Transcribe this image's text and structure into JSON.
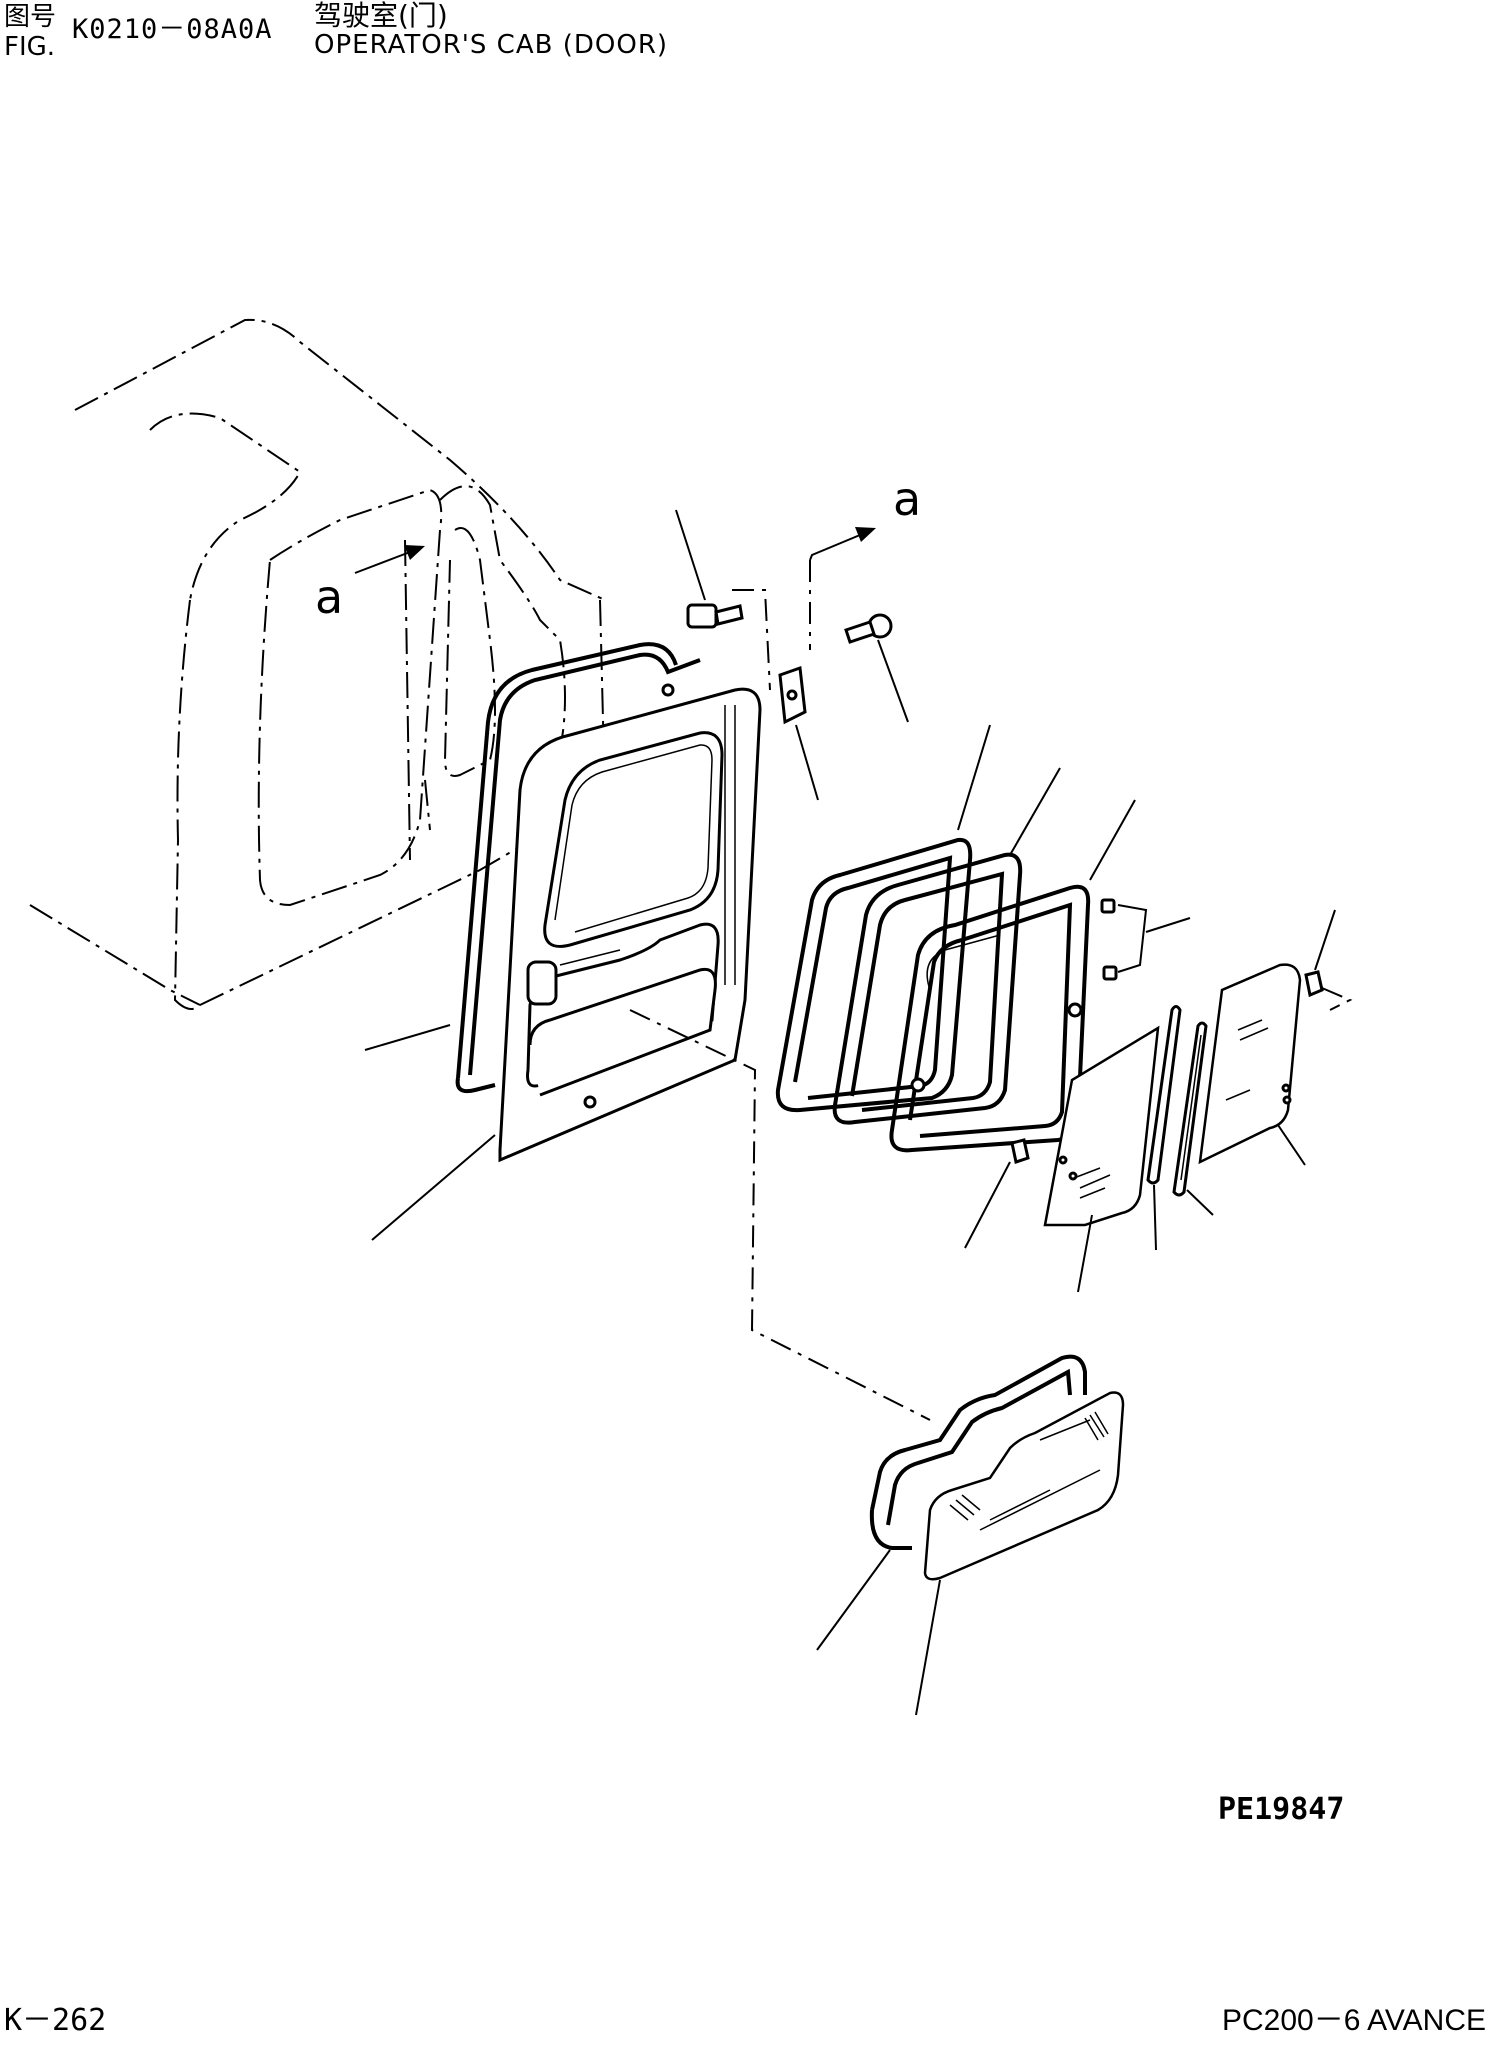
{
  "header": {
    "fig_label_cn": "图号",
    "fig_label_en": "FIG.",
    "fig_code": "K0210－08A0A",
    "title_cn": "驾驶室(门)",
    "title_en": "OPERATOR'S CAB (DOOR)"
  },
  "diagram": {
    "view_marker_cab": "a",
    "view_marker_hinge": "a",
    "parts": [
      "cab-outline",
      "door-seal",
      "door-panel",
      "hinge-bolt-upper",
      "hinge-bolt-lower",
      "hinge-bracket",
      "window-seal-1",
      "window-seal-2",
      "window-seal-3",
      "clip-upper",
      "clip-right",
      "clip-lower",
      "sliding-glass-front",
      "glass-channel-1",
      "glass-channel-2",
      "sliding-glass-rear",
      "lower-window-seal",
      "lower-window-glass"
    ]
  },
  "footer": {
    "drawing_code": "PE19847",
    "page_number": "K－262",
    "model_name": "PC200－6 AVANCE"
  }
}
